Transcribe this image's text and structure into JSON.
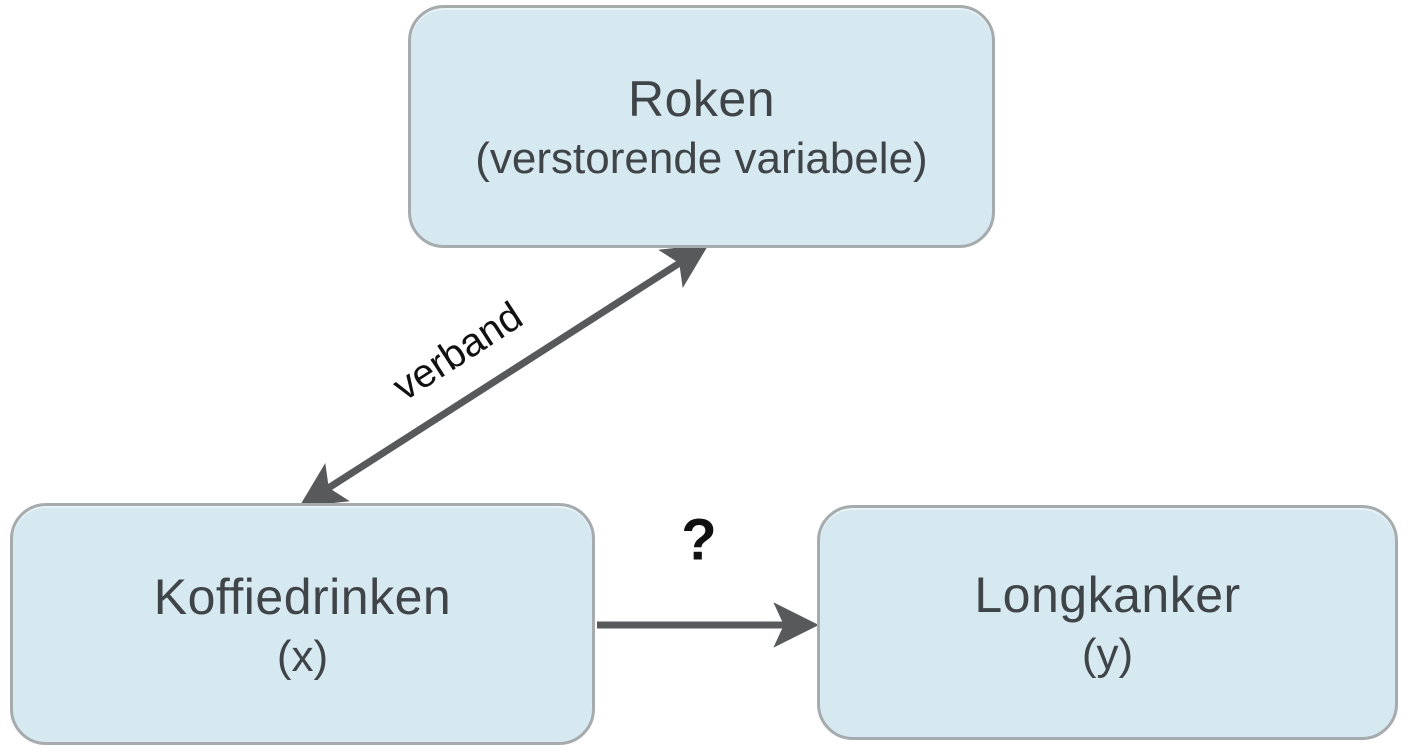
{
  "diagram": {
    "nodes": {
      "confounder": {
        "title": "Roken",
        "subtitle": "(verstorende variabele)"
      },
      "cause": {
        "title": "Koffiedrinken",
        "subtitle": "(x)"
      },
      "effect": {
        "title": "Longkanker",
        "subtitle": "(y)"
      }
    },
    "edges": {
      "confounder_link": {
        "label": "verband",
        "style": "double-headed-arrow"
      },
      "causal_link": {
        "label": "?",
        "style": "single-headed-arrow"
      }
    },
    "colors": {
      "background": "#ffffff",
      "node_fill": "#d6e8f0",
      "node_border": "#a6abae",
      "node_text": "#3f4448",
      "arrow": "#58595b",
      "edge_label": "#111111"
    }
  }
}
